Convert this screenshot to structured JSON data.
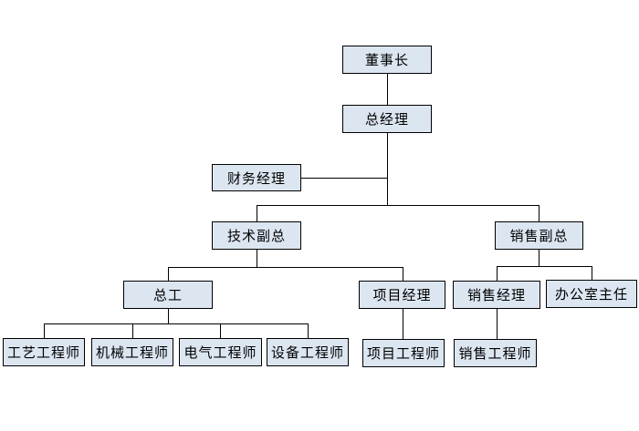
{
  "org": {
    "diagram_type": "organization-chart",
    "colors": {
      "background": "#ffffff",
      "box_fill": "#dce6f1",
      "box_border": "#000000",
      "connector": "#000000",
      "text": "#000000"
    },
    "nodes": [
      {
        "id": "chairman",
        "label": "董事长",
        "level": 1
      },
      {
        "id": "general-manager",
        "label": "总经理",
        "level": 2
      },
      {
        "id": "finance-manager",
        "label": "财务经理",
        "level": 3
      },
      {
        "id": "technical-vp",
        "label": "技术副总",
        "level": 3
      },
      {
        "id": "sales-vp",
        "label": "销售副总",
        "level": 3
      },
      {
        "id": "chief-engineer",
        "label": "总工",
        "level": 4
      },
      {
        "id": "project-manager",
        "label": "项目经理",
        "level": 4
      },
      {
        "id": "sales-manager",
        "label": "销售经理",
        "level": 4
      },
      {
        "id": "office-director",
        "label": "办公室主任",
        "level": 4
      },
      {
        "id": "process-engineer",
        "label": "工艺工程师",
        "level": 5
      },
      {
        "id": "mechanical-engineer",
        "label": "机械工程师",
        "level": 5
      },
      {
        "id": "electrical-engineer",
        "label": "电气工程师",
        "level": 5
      },
      {
        "id": "equipment-engineer",
        "label": "设备工程师",
        "level": 5
      },
      {
        "id": "project-engineer",
        "label": "项目工程师",
        "level": 5
      },
      {
        "id": "sales-engineer",
        "label": "销售工程师",
        "level": 5
      }
    ],
    "edges": [
      {
        "parent": "chairman",
        "child": "general-manager"
      },
      {
        "parent": "general-manager",
        "child": "finance-manager"
      },
      {
        "parent": "general-manager",
        "child": "technical-vp"
      },
      {
        "parent": "general-manager",
        "child": "sales-vp"
      },
      {
        "parent": "technical-vp",
        "child": "chief-engineer"
      },
      {
        "parent": "technical-vp",
        "child": "project-manager"
      },
      {
        "parent": "sales-vp",
        "child": "sales-manager"
      },
      {
        "parent": "sales-vp",
        "child": "office-director"
      },
      {
        "parent": "chief-engineer",
        "child": "process-engineer"
      },
      {
        "parent": "chief-engineer",
        "child": "mechanical-engineer"
      },
      {
        "parent": "chief-engineer",
        "child": "electrical-engineer"
      },
      {
        "parent": "chief-engineer",
        "child": "equipment-engineer"
      },
      {
        "parent": "project-manager",
        "child": "project-engineer"
      },
      {
        "parent": "sales-manager",
        "child": "sales-engineer"
      }
    ]
  }
}
